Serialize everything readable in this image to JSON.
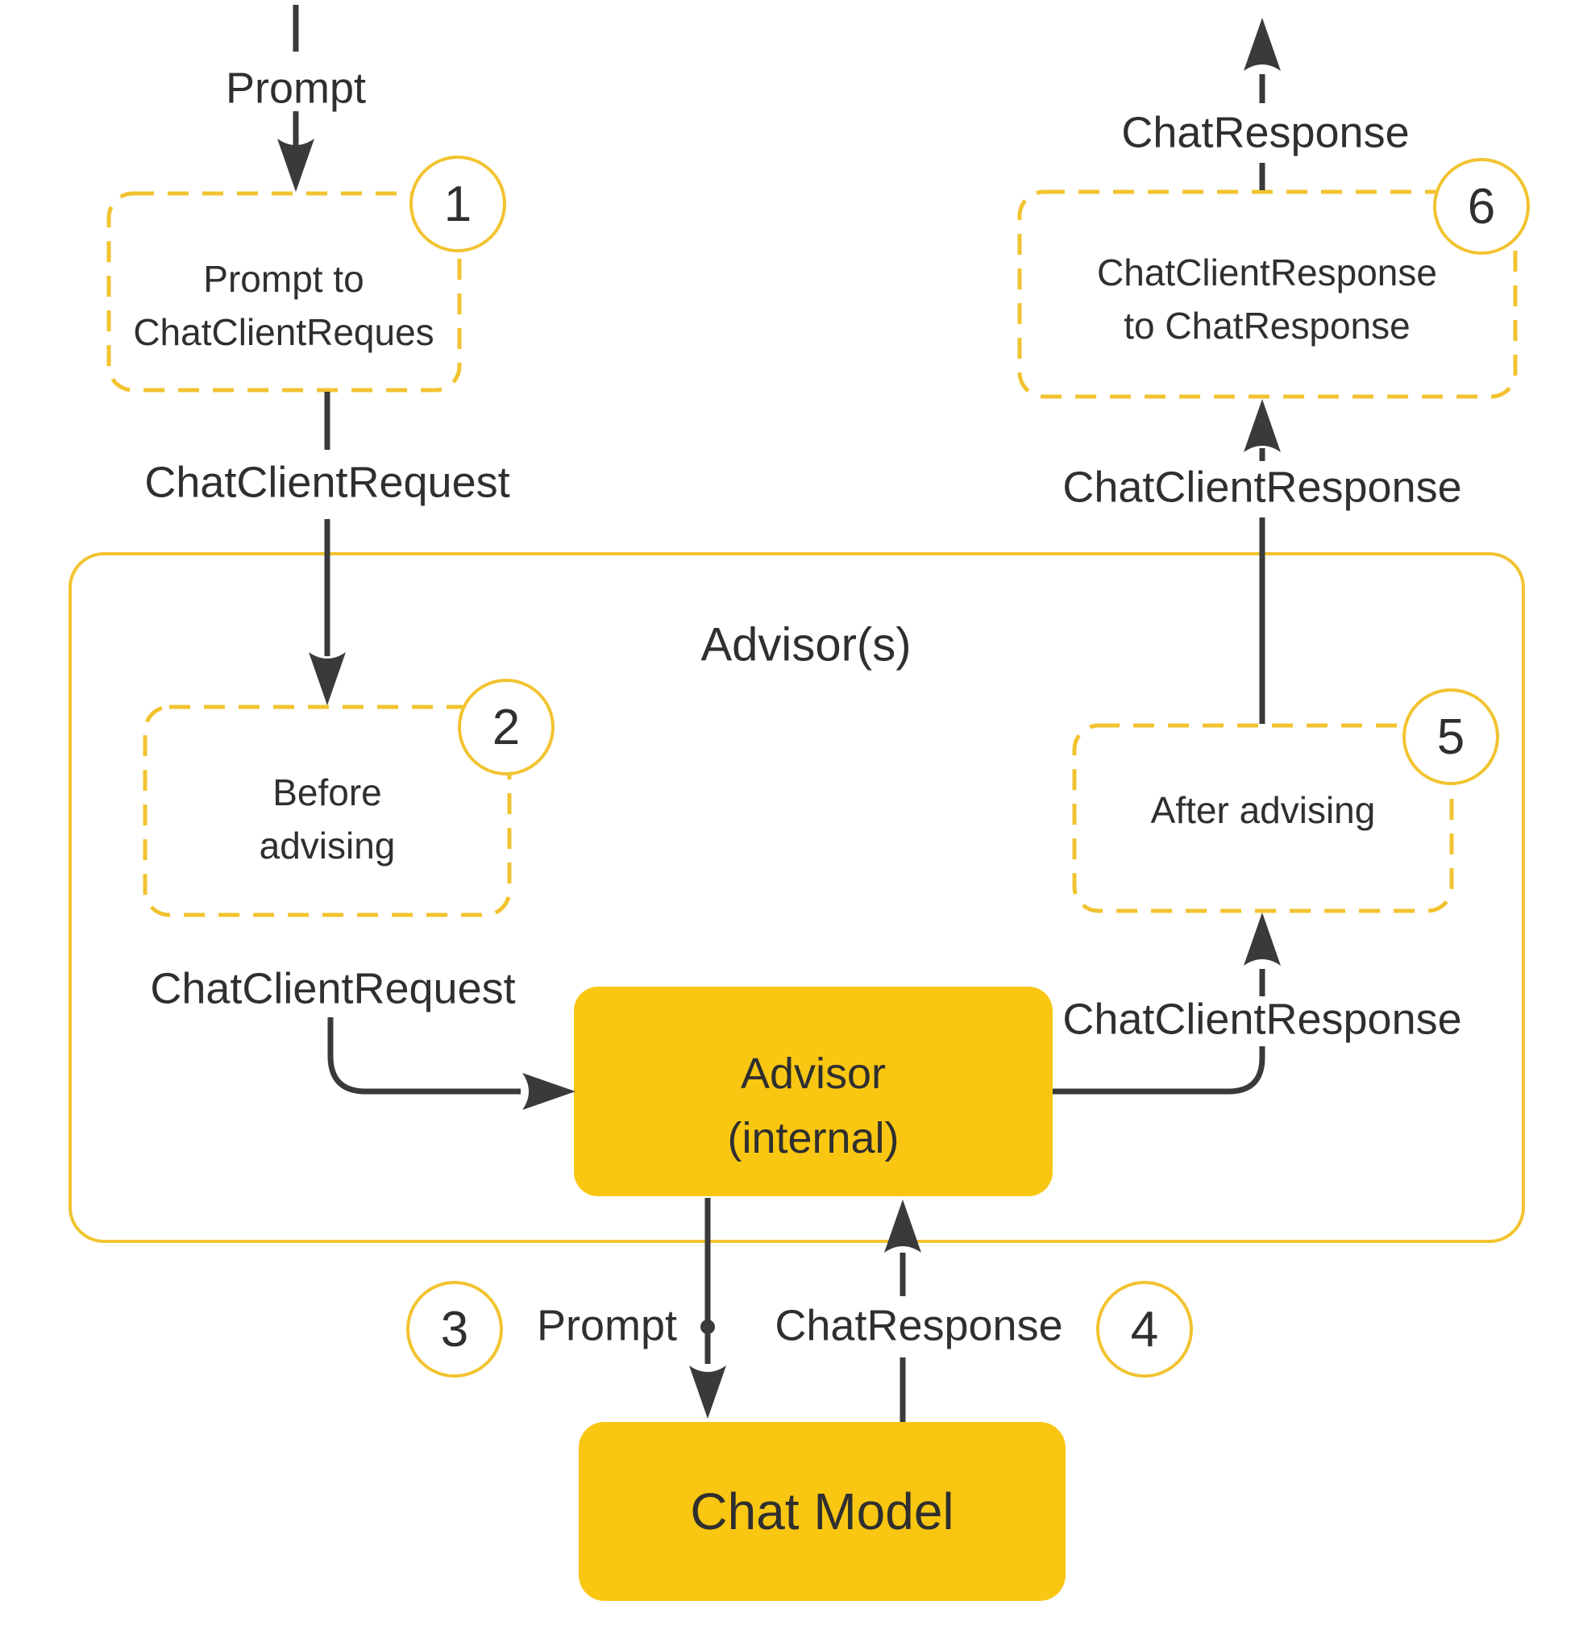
{
  "diagram": {
    "title": "Advisor(s)",
    "colors": {
      "gold_fill": "#F9C612",
      "gold_stroke": "#F2C330",
      "line_dark": "#3A3A3A",
      "text": "#2F2F2F"
    },
    "steps": {
      "s1": "1",
      "s2": "2",
      "s3": "3",
      "s4": "4",
      "s5": "5",
      "s6": "6"
    },
    "boxes": {
      "prompt_to_request": {
        "line1": "Prompt to",
        "line2": "ChatClientReques"
      },
      "before_advising": {
        "line1": "Before",
        "line2": "advising"
      },
      "after_advising": {
        "line1": "After advising"
      },
      "response_conversion": {
        "line1": "ChatClientResponse",
        "line2": "to ChatResponse"
      },
      "advisor_internal": {
        "line1": "Advisor",
        "line2": "(internal)"
      },
      "chat_model": {
        "line1": "Chat Model"
      }
    },
    "labels": {
      "prompt_top": "Prompt",
      "chat_client_request_1": "ChatClientRequest",
      "chat_client_request_2": "ChatClientRequest",
      "chat_client_response_upper": "ChatClientResponse",
      "chat_client_response_lower": "ChatClientResponse",
      "chat_response_top": "ChatResponse",
      "prompt_bottom": "Prompt",
      "chat_response_bottom": "ChatResponse"
    }
  }
}
